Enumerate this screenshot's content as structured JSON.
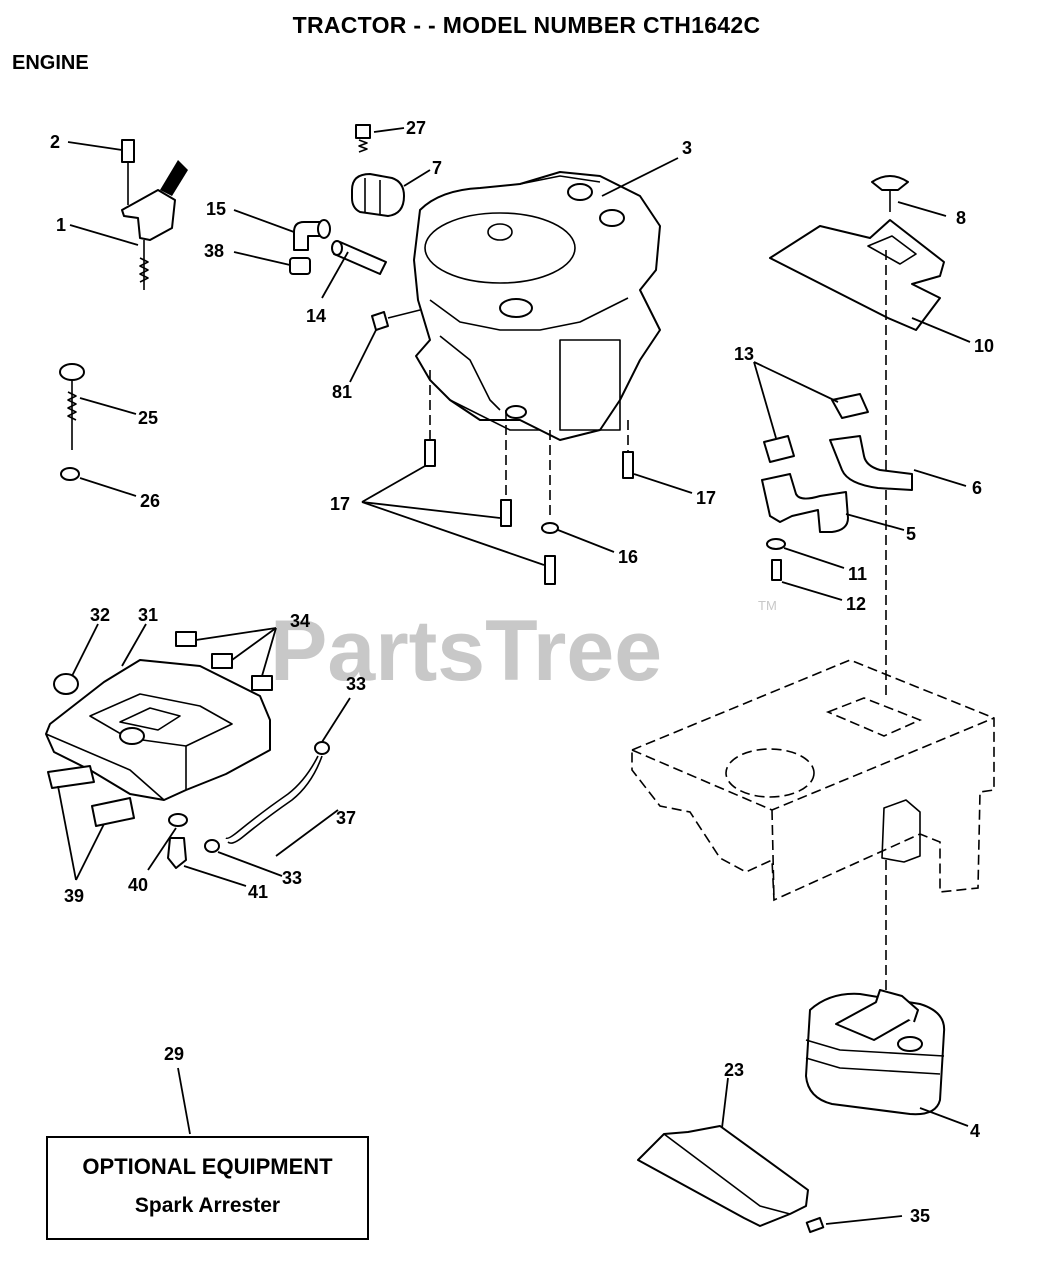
{
  "header": {
    "title": "TRACTOR - - MODEL NUMBER CTH1642C",
    "section": "ENGINE"
  },
  "watermark": {
    "text": "PartsTree",
    "tm": "TM"
  },
  "callouts": {
    "c1": "1",
    "c2": "2",
    "c3": "3",
    "c4": "4",
    "c5": "5",
    "c6": "6",
    "c7": "7",
    "c8": "8",
    "c10": "10",
    "c11": "11",
    "c12": "12",
    "c13": "13",
    "c14": "14",
    "c15": "15",
    "c16": "16",
    "c17a": "17",
    "c17b": "17",
    "c23": "23",
    "c25": "25",
    "c26": "26",
    "c27": "27",
    "c29": "29",
    "c31": "31",
    "c32": "32",
    "c33a": "33",
    "c33b": "33",
    "c34": "34",
    "c35": "35",
    "c37": "37",
    "c38": "38",
    "c39": "39",
    "c40": "40",
    "c41": "41",
    "c81": "81"
  },
  "optional": {
    "title": "OPTIONAL EQUIPMENT",
    "subtitle": "Spark Arrester"
  }
}
